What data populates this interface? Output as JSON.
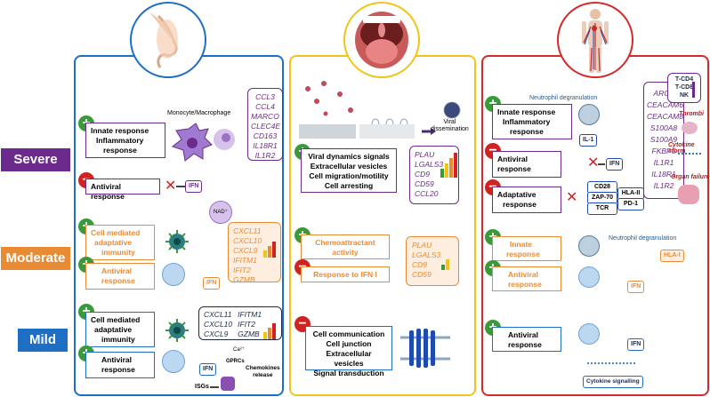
{
  "severity_labels": {
    "severe": "Severe",
    "moderate": "Moderate",
    "mild": "Mild"
  },
  "colors": {
    "nose_panel": "#1e6fc4",
    "mouth_panel": "#f2c418",
    "blood_panel": "#d42a2a",
    "severe": "#6b2a8c",
    "moderate": "#e98b34",
    "mild": "#1e6fc4",
    "plus": "#3a9a3a",
    "minus": "#d12222"
  },
  "nose": {
    "severe": {
      "innate_box": [
        "Innate response",
        "Inflammatory",
        "response"
      ],
      "cell_label": "Monocyte/Macrophage",
      "genes": [
        "CCL3",
        "CCL4",
        "MARCO",
        "CLEC4E",
        "CD163",
        "IL18R1",
        "IL1R2"
      ],
      "antiviral_box": "Antiviral response",
      "ifn_label": "IFN",
      "nad_label": "NAD⁺"
    },
    "moderate": {
      "cell_box": [
        "Cell mediated",
        "adaptative",
        "immunity"
      ],
      "antiviral_box": [
        "Antiviral",
        "response"
      ],
      "genes": [
        "CXCL11",
        "CXCL10",
        "CXCL9",
        "IFITM1",
        "IFIT2",
        "GZMB"
      ],
      "ifn_label": "IFN"
    },
    "mild": {
      "cell_box": [
        "Cell mediated",
        "adaptative",
        "immunity"
      ],
      "antiviral_box": [
        "Antiviral",
        "response"
      ],
      "genes_col1": [
        "CXCL11",
        "CXCL10",
        "CXCL9"
      ],
      "genes_col2": [
        "IFITM1",
        "IFIT2",
        "GZMB"
      ],
      "ifn_label": "IFN",
      "isgs_label": "ISGs",
      "ca_label": "Ca²⁺",
      "gprcs_label": "GPRCs",
      "chemokines_label": [
        "Chemokines",
        "release"
      ]
    }
  },
  "mouth": {
    "viral_label": [
      "Viral",
      "dissemination"
    ],
    "severe": {
      "box": [
        "Viral dynamics signals",
        "Extracellular vesicles",
        "Cell migration/motility",
        "Cell arresting"
      ],
      "genes": [
        "PLAU",
        "LGALS3",
        "CD9",
        "CD59",
        "CCL20"
      ]
    },
    "moderate": {
      "chemo_box": [
        "Chemoattractant",
        "activity"
      ],
      "ifn_box": "Response to IFN I",
      "genes": [
        "PLAU",
        "LGALS3",
        "CD9",
        "CD59"
      ]
    },
    "mild": {
      "box": [
        "Cell communication",
        "Cell junction",
        "Extracellular vesicles",
        "Signal transduction"
      ]
    }
  },
  "blood": {
    "severe": {
      "neutro_label": "Neutrophil degranulation",
      "innate_box": [
        "Innate response",
        "Inflammatory",
        "response"
      ],
      "il1_label": "IL-1",
      "antiviral_box": [
        "Antiviral",
        "response"
      ],
      "ifn_label": "IFN",
      "adaptative_box": [
        "Adaptative",
        "response"
      ],
      "receptors": [
        "CD28",
        "ZAP-70",
        "TCR"
      ],
      "receptors2": [
        "HLA-II",
        "PD-1"
      ],
      "genes": [
        "ARG1",
        "CEACAM6",
        "CEACAM8",
        "S100A8",
        "S100A9",
        "FKBP5",
        "IL1R1",
        "IL18R1",
        "IL1R2"
      ],
      "tcells": [
        "T-CD4",
        "T-CD8",
        "NK"
      ],
      "thrombi": "Thrombi",
      "storm": "Cytokine storm",
      "organ": "Organ failure"
    },
    "moderate": {
      "neutro_label": "Neutrophil degranulation",
      "innate_box": [
        "Innate",
        "response"
      ],
      "antiviral_box": [
        "Antiviral",
        "response"
      ],
      "ifn_label": "IFN",
      "hla_label": "HLA-I"
    },
    "mild": {
      "antiviral_box": [
        "Antiviral",
        "response"
      ],
      "ifn_label": "IFN",
      "cytokine_label": "Cytokine signalling"
    }
  }
}
